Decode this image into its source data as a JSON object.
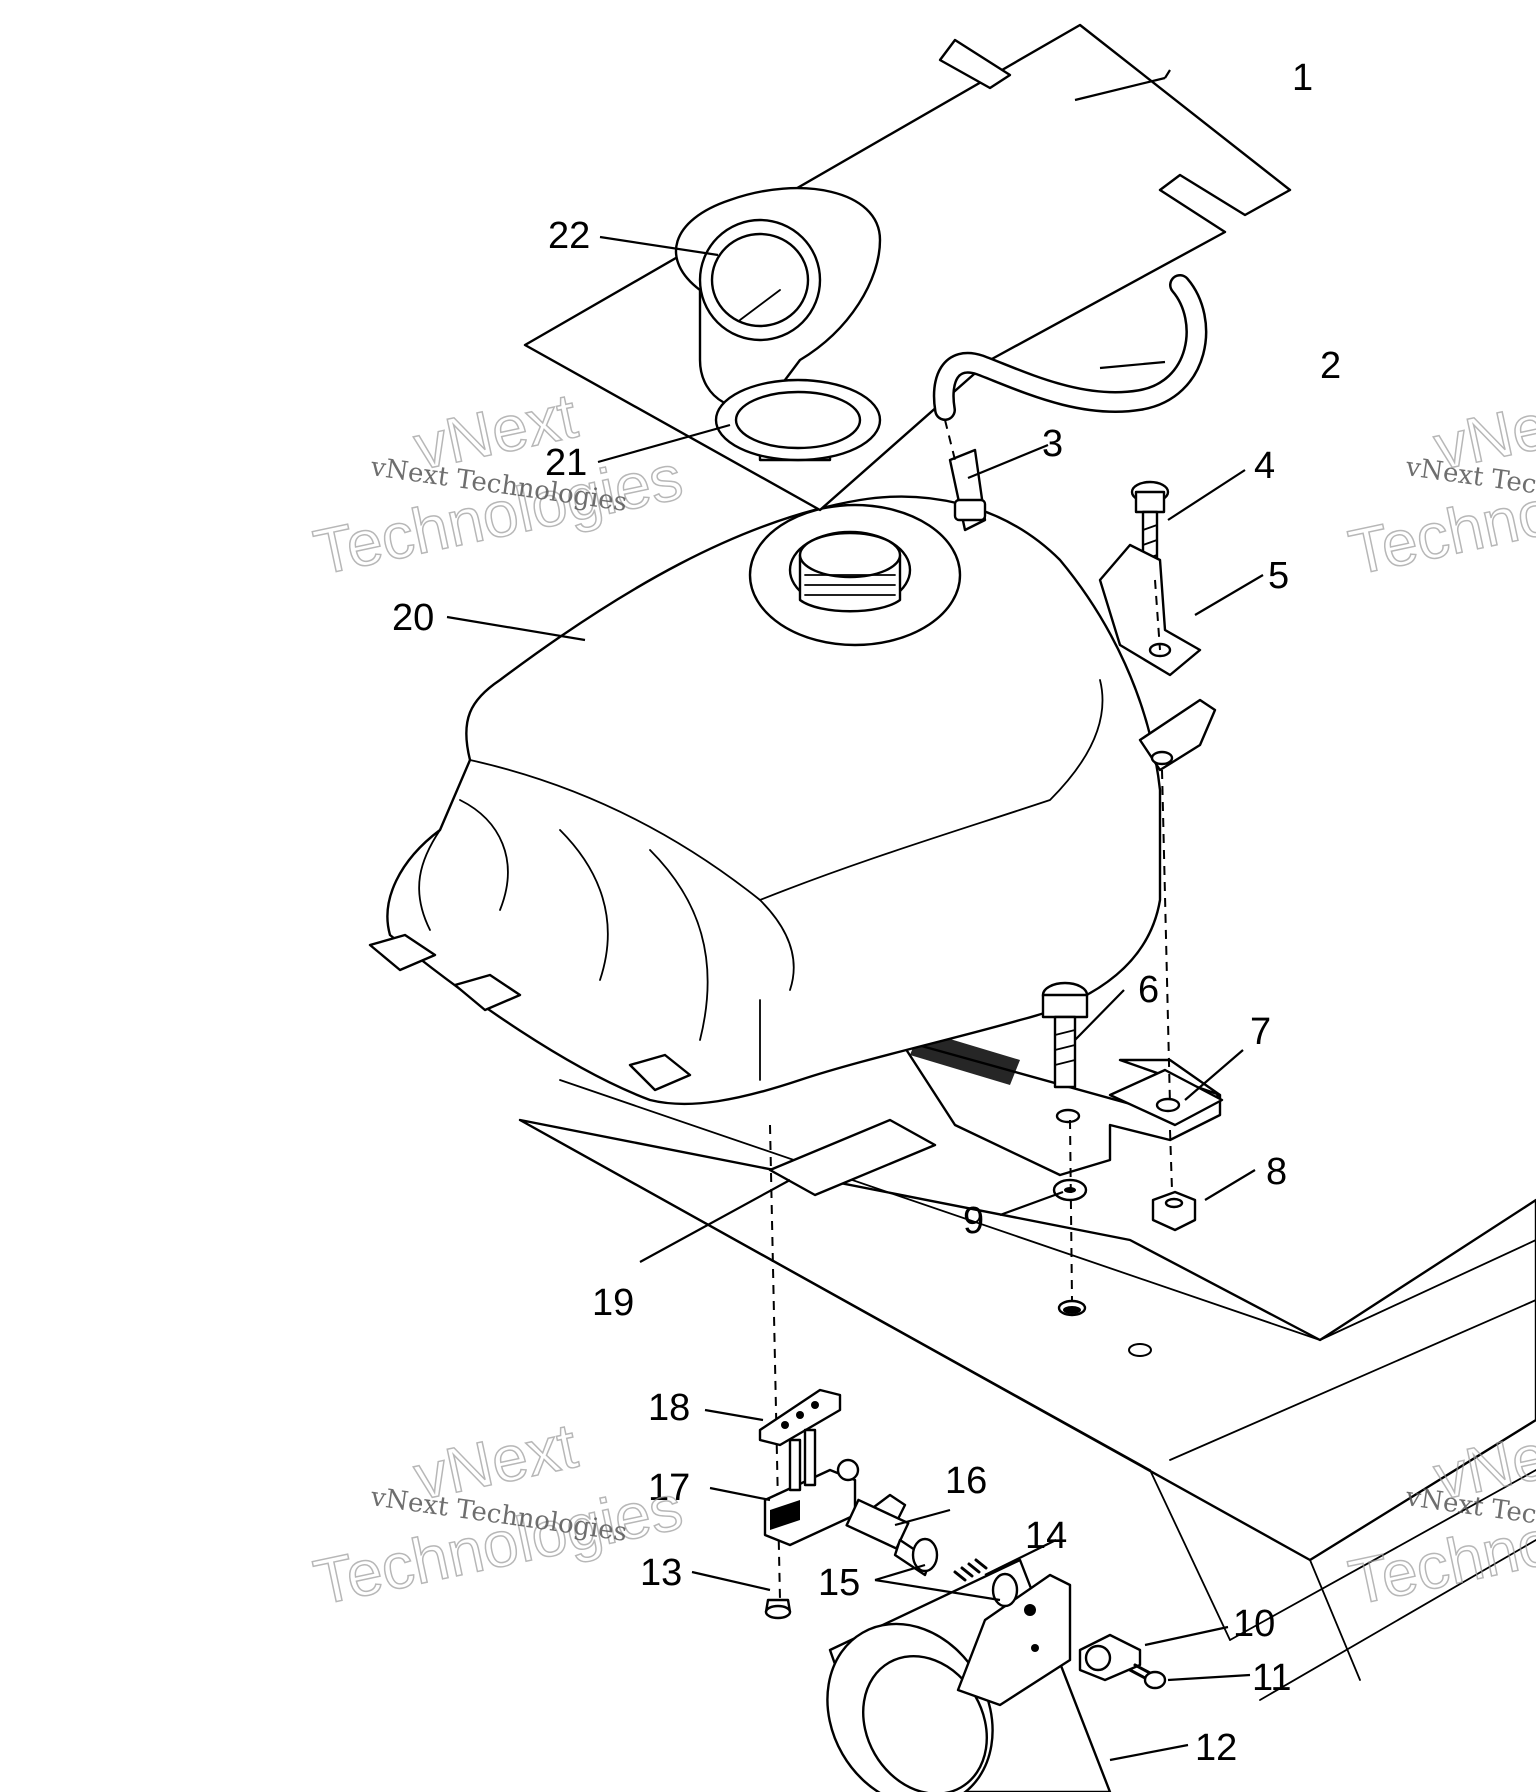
{
  "callouts": [
    {
      "id": "1",
      "text": "1"
    },
    {
      "id": "2",
      "text": "2"
    },
    {
      "id": "3",
      "text": "3"
    },
    {
      "id": "4",
      "text": "4"
    },
    {
      "id": "5",
      "text": "5"
    },
    {
      "id": "6",
      "text": "6"
    },
    {
      "id": "7",
      "text": "7"
    },
    {
      "id": "8",
      "text": "8"
    },
    {
      "id": "9",
      "text": "9"
    },
    {
      "id": "10",
      "text": "10"
    },
    {
      "id": "11",
      "text": "11"
    },
    {
      "id": "12",
      "text": "12"
    },
    {
      "id": "13",
      "text": "13"
    },
    {
      "id": "14",
      "text": "14"
    },
    {
      "id": "15",
      "text": "15"
    },
    {
      "id": "16",
      "text": "16"
    },
    {
      "id": "17",
      "text": "17"
    },
    {
      "id": "18",
      "text": "18"
    },
    {
      "id": "19",
      "text": "19"
    },
    {
      "id": "20",
      "text": "20"
    },
    {
      "id": "21",
      "text": "21"
    },
    {
      "id": "22",
      "text": "22"
    }
  ],
  "watermark": {
    "line_small": "vNext Technologies",
    "line_big_1": "vNext",
    "line_big_2": "Technologies"
  }
}
